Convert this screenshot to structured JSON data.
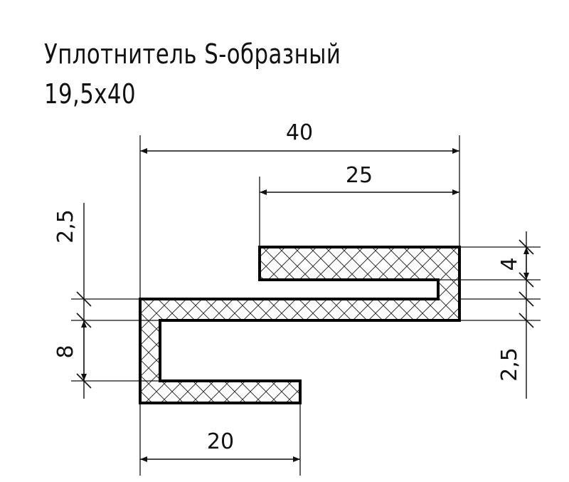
{
  "title": {
    "line1": "Уплотнитель S-образный",
    "line2": "19,5x40"
  },
  "dimensions": {
    "overall_width": "40",
    "upper_flange": "25",
    "lower_flange": "20",
    "upper_gap": "4",
    "lower_gap": "8",
    "thickness_left": "2,5",
    "thickness_right": "2,5"
  }
}
